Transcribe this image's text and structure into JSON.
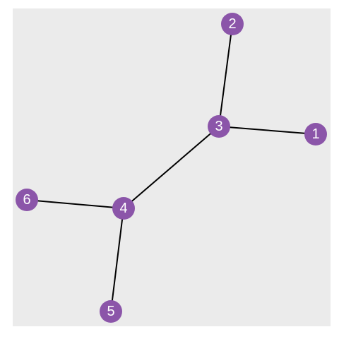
{
  "graph": {
    "colors": {
      "panel_background": "#ebebeb",
      "node_fill": "#8b55a9",
      "node_label": "#ffffff",
      "edge": "#000000"
    },
    "nodes": [
      {
        "id": "1",
        "label": "1"
      },
      {
        "id": "2",
        "label": "2"
      },
      {
        "id": "3",
        "label": "3"
      },
      {
        "id": "4",
        "label": "4"
      },
      {
        "id": "5",
        "label": "5"
      },
      {
        "id": "6",
        "label": "6"
      }
    ],
    "edges": [
      {
        "source": "3",
        "target": "2"
      },
      {
        "source": "3",
        "target": "1"
      },
      {
        "source": "3",
        "target": "4"
      },
      {
        "source": "4",
        "target": "6"
      },
      {
        "source": "4",
        "target": "5"
      }
    ]
  }
}
